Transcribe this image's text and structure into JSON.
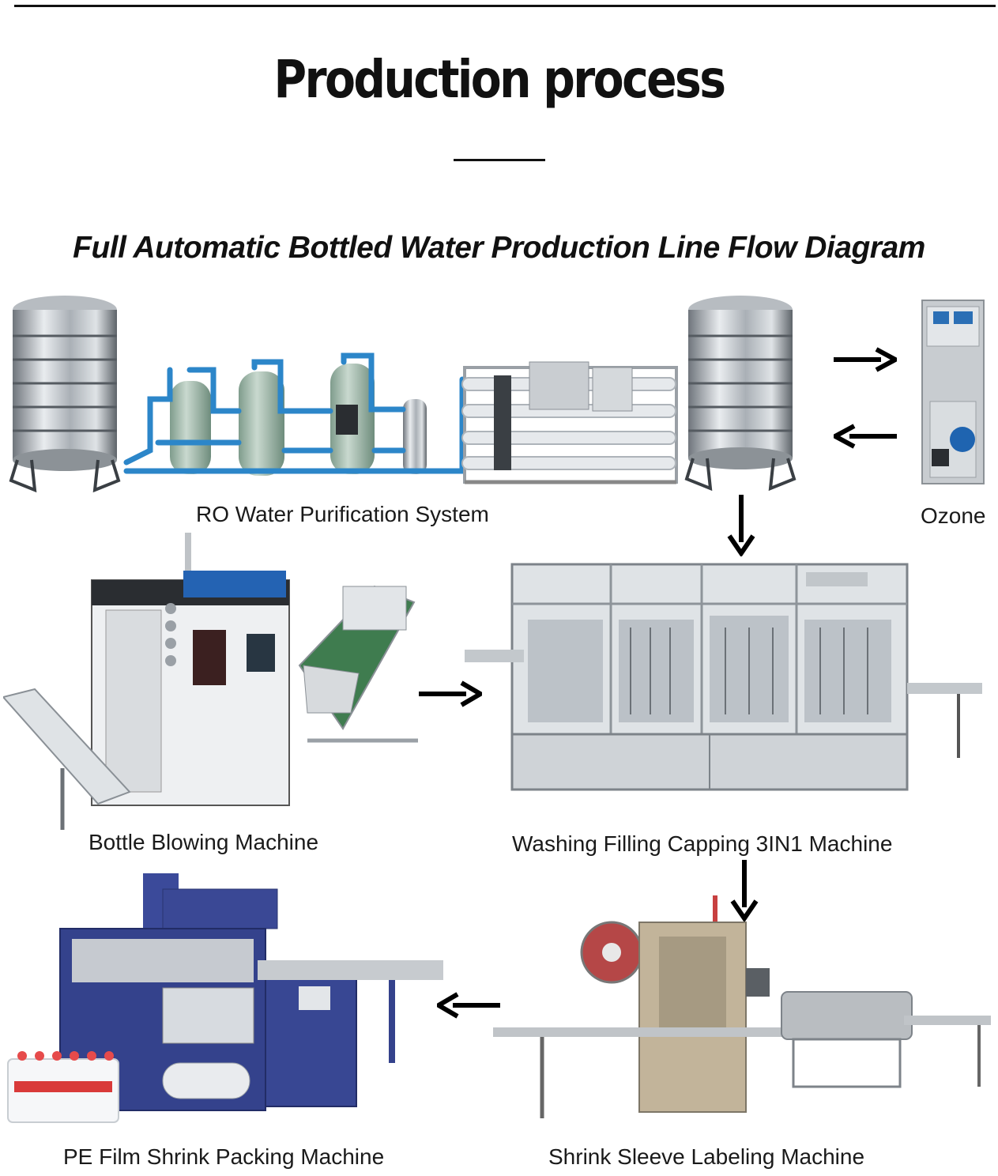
{
  "header": {
    "title": "Production process"
  },
  "diagram": {
    "title": "Full Automatic Bottled Water Production Line Flow Diagram",
    "stages": [
      {
        "id": "ro",
        "label": "RO Water Purification System"
      },
      {
        "id": "ozone",
        "label": "Ozone"
      },
      {
        "id": "blowing",
        "label": "Bottle Blowing Machine"
      },
      {
        "id": "filling",
        "label": "Washing Filling Capping 3IN1 Machine"
      },
      {
        "id": "packing",
        "label": "PE Film Shrink Packing Machine"
      },
      {
        "id": "labeling",
        "label": "Shrink Sleeve Labeling Machine"
      }
    ],
    "flow": [
      {
        "from": "ro",
        "to": "ozone",
        "direction": "right"
      },
      {
        "from": "ozone",
        "to": "ro",
        "direction": "left"
      },
      {
        "from": "ro",
        "to": "filling",
        "direction": "down"
      },
      {
        "from": "blowing",
        "to": "filling",
        "direction": "right"
      },
      {
        "from": "filling",
        "to": "labeling",
        "direction": "down"
      },
      {
        "from": "labeling",
        "to": "packing",
        "direction": "left"
      }
    ]
  }
}
